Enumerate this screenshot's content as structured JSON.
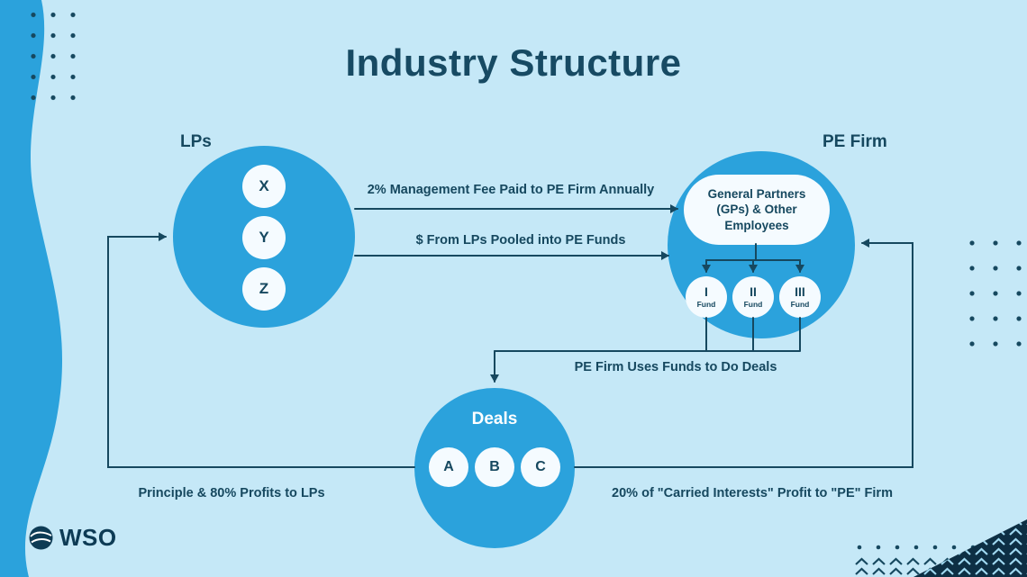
{
  "title": "Industry Structure",
  "footer": {
    "brand": "WSO"
  },
  "diagram": {
    "lps": {
      "label": "LPs",
      "members": [
        "X",
        "Y",
        "Z"
      ]
    },
    "pe_firm": {
      "label": "PE Firm",
      "gp_box": "General Partners (GPs) & Other Employees",
      "funds": [
        {
          "numeral": "I",
          "caption": "Fund"
        },
        {
          "numeral": "II",
          "caption": "Fund"
        },
        {
          "numeral": "III",
          "caption": "Fund"
        }
      ]
    },
    "deals": {
      "label": "Deals",
      "members": [
        "A",
        "B",
        "C"
      ]
    },
    "flows": {
      "management_fee": "2% Management Fee Paid to PE Firm Annually",
      "pooled_funds": "$ From LPs Pooled into PE Funds",
      "funds_to_deals": "PE Firm Uses Funds to Do Deals",
      "profits_to_lps": "Principle & 80% Profits to LPs",
      "carried_interest": "20% of \"Carried Interests\" Profit to \"PE\" Firm"
    },
    "colors": {
      "background": "#C5E8F7",
      "accent_blue": "#2BA2DC",
      "navy": "#16485F"
    }
  }
}
